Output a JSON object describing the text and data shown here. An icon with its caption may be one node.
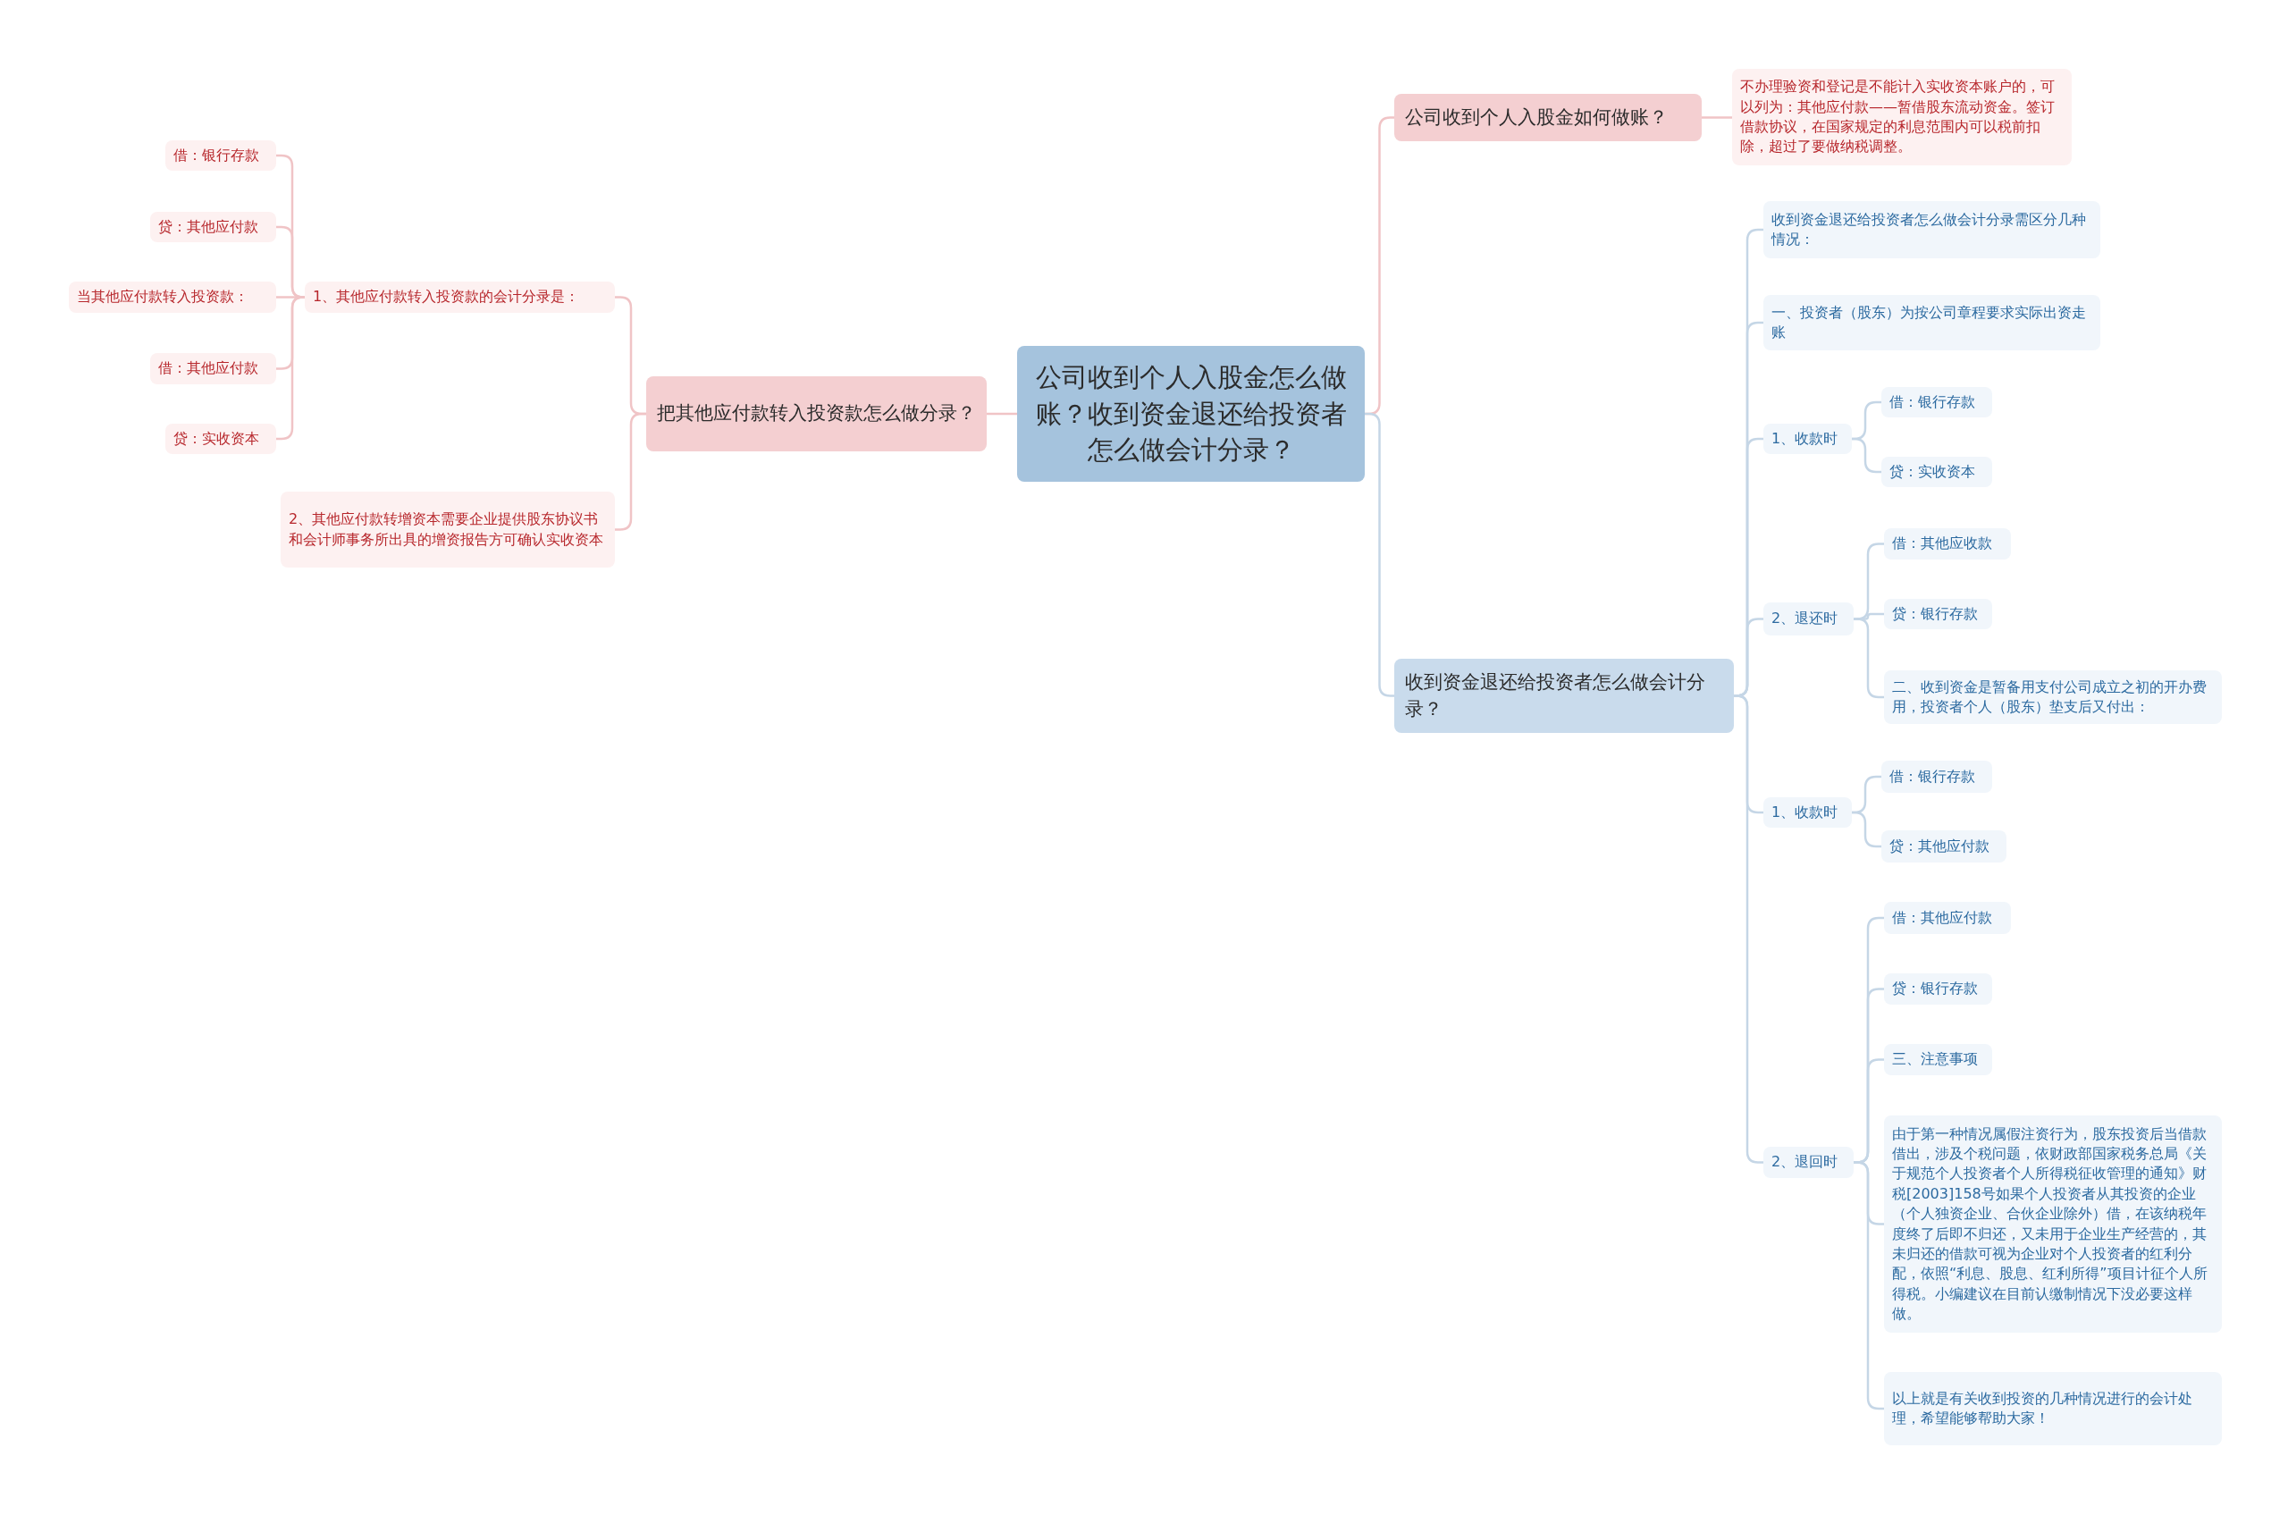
{
  "diagram": {
    "nodes": [
      {
        "text": [
          "公司收到个人入股金怎么做账？收到资金退还给投资者怎么做会计分录？"
        ]
      },
      {
        "text": [
          "把其他应付款转入投资款怎么做分录？"
        ]
      },
      {
        "text": [
          "1、其他应付款转入投资款的会计分录是："
        ]
      },
      {
        "text": [
          "借：银行存款"
        ]
      },
      {
        "text": [
          "贷：其他应付款"
        ]
      },
      {
        "text": [
          "当其他应付款转入投资款："
        ]
      },
      {
        "text": [
          "借：其他应付款"
        ]
      },
      {
        "text": [
          "贷：实收资本"
        ]
      },
      {
        "text": [
          "2、其他应付款转增资本需要企业提供股东协议书和会计师事务所出具的增资报告方可确认实收资本"
        ]
      },
      {
        "text": [
          "公司收到个人入股金如何做账？"
        ]
      },
      {
        "text": [
          "不办理验资和登记是不能计入实收资本账户的，可以列为：其他应付款——暂借股东流动资金。签订借款协议，在国家规定的利息范围内可以税前扣除，超过了要做纳税调整。"
        ]
      },
      {
        "text": [
          "收到资金退还给投资者怎么做会计分录？"
        ]
      },
      {
        "text": [
          "收到资金退还给投资者怎么做会计分录需区分几种情况："
        ]
      },
      {
        "text": [
          "一、投资者（股东）为按公司章程要求实际出资走账"
        ]
      },
      {
        "text": [
          "1、收款时"
        ]
      },
      {
        "text": [
          "借：银行存款"
        ]
      },
      {
        "text": [
          "贷：实收资本"
        ]
      },
      {
        "text": [
          "2、退还时"
        ]
      },
      {
        "text": [
          "借：其他应收款"
        ]
      },
      {
        "text": [
          "贷：银行存款"
        ]
      },
      {
        "text": [
          "二、收到资金是暂备用支付公司成立之初的开办费用，投资者个人（股东）垫支后又付出："
        ]
      },
      {
        "text": [
          "1、收款时"
        ]
      },
      {
        "text": [
          "借：银行存款"
        ]
      },
      {
        "text": [
          "贷：其他应付款"
        ]
      },
      {
        "text": [
          "2、退回时"
        ]
      },
      {
        "text": [
          "借：其他应付款"
        ]
      },
      {
        "text": [
          "贷：银行存款"
        ]
      },
      {
        "text": [
          "三、注意事项"
        ]
      },
      {
        "text": [
          "由于第一种情况属假注资行为，股东投资后当借款借出，涉及个税问题，依财政部国家税务总局《关于规范个人投资者个人所得税征收管理的通知》财税[2003]158号如果个人投资者从其投资的企业（个人独资企业、合伙企业除外）借，在该纳税年度终了后即不归还，又未用于企业生产经营的，其未归还的借款可视为企业对个人投资者的红利分配，依照“利息、股息、红利所得”项目计征个人所得税。小编建议在目前认缴制情况下没必要这样做。"
        ]
      },
      {
        "text": [
          "以上就是有关收到投资的几种情况进行的会计处理，希望能够帮助大家！"
        ]
      }
    ],
    "edges": [
      {
        "from": 0,
        "to": 1,
        "arrow": "none",
        "color": "#f0c4c6"
      },
      {
        "from": 1,
        "to": 2,
        "arrow": "none",
        "color": "#f0c4c6"
      },
      {
        "from": 2,
        "to": 3,
        "arrow": "none",
        "color": "#f0c4c6"
      },
      {
        "from": 2,
        "to": 4,
        "arrow": "none",
        "color": "#f0c4c6"
      },
      {
        "from": 2,
        "to": 5,
        "arrow": "none",
        "color": "#f0c4c6"
      },
      {
        "from": 2,
        "to": 6,
        "arrow": "none",
        "color": "#f0c4c6"
      },
      {
        "from": 2,
        "to": 7,
        "arrow": "none",
        "color": "#f0c4c6"
      },
      {
        "from": 1,
        "to": 8,
        "arrow": "none",
        "color": "#f0c4c6"
      },
      {
        "from": 0,
        "to": 9,
        "arrow": "none",
        "color": "#f0c4c6"
      },
      {
        "from": 9,
        "to": 10,
        "arrow": "none",
        "color": "#f0c4c6"
      },
      {
        "from": 0,
        "to": 11,
        "arrow": "none"
      },
      {
        "from": 11,
        "to": 12,
        "arrow": "none"
      },
      {
        "from": 11,
        "to": 13,
        "arrow": "none"
      },
      {
        "from": 11,
        "to": 14,
        "arrow": "none"
      },
      {
        "from": 14,
        "to": 15,
        "arrow": "none"
      },
      {
        "from": 14,
        "to": 16,
        "arrow": "none"
      },
      {
        "from": 11,
        "to": 17,
        "arrow": "none"
      },
      {
        "from": 17,
        "to": 18,
        "arrow": "none"
      },
      {
        "from": 17,
        "to": 19,
        "arrow": "none"
      },
      {
        "from": 17,
        "to": 20,
        "arrow": "none"
      },
      {
        "from": 11,
        "to": 21,
        "arrow": "none"
      },
      {
        "from": 21,
        "to": 22,
        "arrow": "none"
      },
      {
        "from": 21,
        "to": 23,
        "arrow": "none"
      },
      {
        "from": 11,
        "to": 24,
        "arrow": "none"
      },
      {
        "from": 24,
        "to": 25,
        "arrow": "none"
      },
      {
        "from": 24,
        "to": 26,
        "arrow": "none"
      },
      {
        "from": 24,
        "to": 27,
        "arrow": "none"
      },
      {
        "from": 24,
        "to": 28,
        "arrow": "none"
      },
      {
        "from": 24,
        "to": 29,
        "arrow": "none"
      }
    ]
  }
}
